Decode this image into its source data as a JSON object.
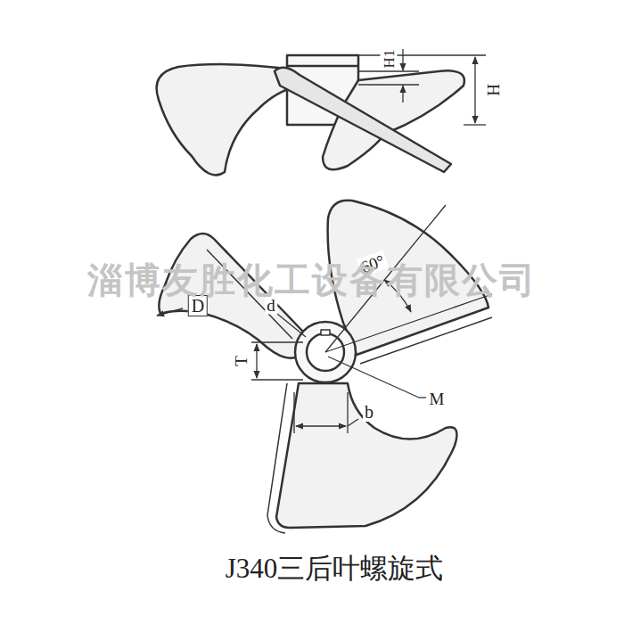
{
  "diagram": {
    "caption": "J340三后叶螺旋式",
    "labels": [
      "H1",
      "H",
      "D",
      "d",
      "60°",
      "T",
      "M",
      "b",
      "淄博友胜化工设备有限公司"
    ]
  }
}
